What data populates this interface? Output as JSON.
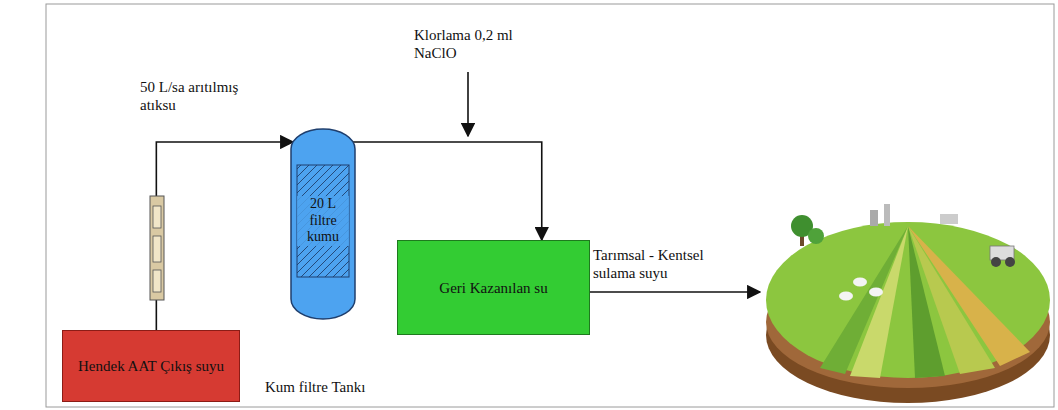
{
  "diagram": {
    "nodes": [
      {
        "text": [
          "Hendek AAT Çıkış suyu"
        ]
      },
      {
        "text": [
          "20 L filtre kumu",
          "Kum filtre Tankı"
        ]
      },
      {
        "text": [
          "Geri Kazanılan su"
        ]
      }
    ],
    "edges": [
      {
        "from": 0,
        "to": 1,
        "arrow": "to",
        "label": "50 L/sa arıtılmış atıksu"
      },
      {
        "from": 1,
        "to": 2,
        "arrow": "to"
      }
    ],
    "labels": [
      "Klorlama 0,2 ml NaClO",
      "Tarımsal - Kentsel sulama suyu"
    ]
  }
}
